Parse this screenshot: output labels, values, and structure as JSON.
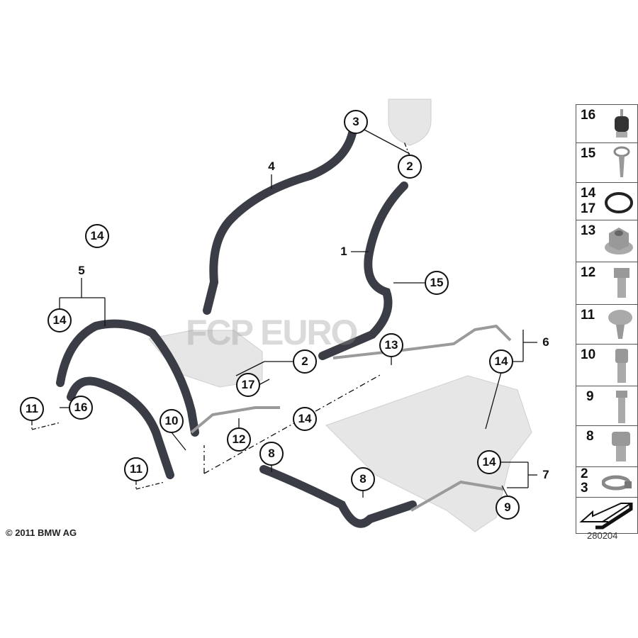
{
  "callouts": [
    {
      "label": "3"
    },
    {
      "label": "2"
    },
    {
      "label": "14"
    },
    {
      "label": "14"
    },
    {
      "label": "15"
    },
    {
      "label": "2"
    },
    {
      "label": "13"
    },
    {
      "label": "14"
    },
    {
      "label": "17"
    },
    {
      "label": "11"
    },
    {
      "label": "16"
    },
    {
      "label": "10"
    },
    {
      "label": "14"
    },
    {
      "label": "12"
    },
    {
      "label": "14"
    },
    {
      "label": "8"
    },
    {
      "label": "8"
    },
    {
      "label": "11"
    },
    {
      "label": "9"
    }
  ],
  "plain_labels": {
    "p4": "4",
    "p5": "5",
    "p1": "1",
    "p6": "6",
    "p7": "7"
  },
  "legend": [
    {
      "label": "16",
      "part": "rubber-mount"
    },
    {
      "label": "15",
      "part": "screw-clip"
    },
    {
      "label": "14\n17",
      "part": "o-ring"
    },
    {
      "label": "13",
      "part": "collar-nut"
    },
    {
      "label": "12",
      "part": "hex-bolt"
    },
    {
      "label": "11",
      "part": "torx-screw"
    },
    {
      "label": "10",
      "part": "socket-screw"
    },
    {
      "label": "9",
      "part": "hex-bolt-long"
    },
    {
      "label": "8",
      "part": "socket-screw-short"
    },
    {
      "label": "2\n3",
      "part": "hose-clamp"
    },
    {
      "label": "",
      "part": "direction-arrow"
    }
  ],
  "watermark": "FCP EURO",
  "copyright": "© 2011 BMW AG",
  "diagram_number": "280204"
}
